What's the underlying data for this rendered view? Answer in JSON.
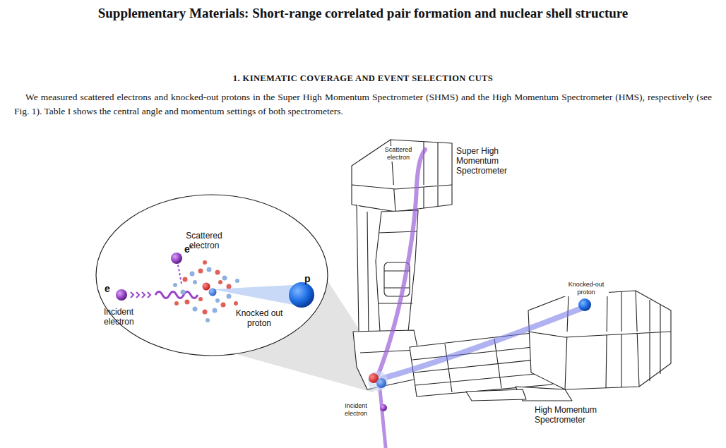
{
  "diagram": {
    "title": "Supplementary Materials: Short-range correlated pair formation and nuclear shell structure",
    "nodes": [
      {
        "text": [
          "Scattered electron",
          "e'",
          "e",
          "Incident electron",
          "p",
          "Knocked out proton"
        ]
      }
    ],
    "labels": [
      "1. KINEMATIC COVERAGE AND EVENT SELECTION CUTS",
      "We measured scattered electrons and knocked-out protons in the Super High Momentum Spectrometer (SHMS) and the High Momentum Spectrometer (HMS), respectively (see Fig. 1). Table I shows the central angle and momentum settings of both spectrometers.",
      "Super High Momentum Spectrometer",
      "Scattered electron",
      "Knocked-out proton",
      "Incident electron",
      "High Momentum Spectrometer"
    ]
  }
}
